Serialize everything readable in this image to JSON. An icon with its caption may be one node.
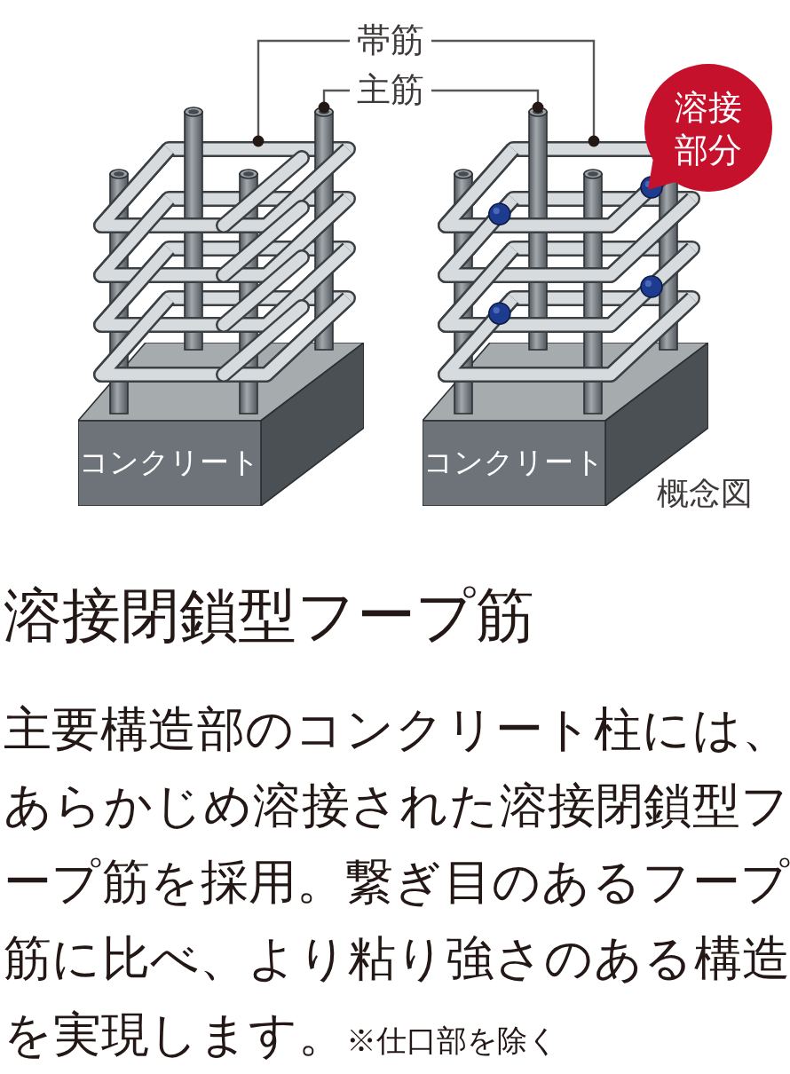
{
  "diagram": {
    "title": "溶接閉鎖型フープ筋",
    "nodes": [
      {
        "text": [
          "帯筋"
        ]
      },
      {
        "text": [
          "主筋"
        ]
      },
      {
        "text": [],
        "shape": "bar"
      },
      {
        "text": [],
        "shape": "bar"
      },
      {
        "text": [],
        "shape": "bar"
      },
      {
        "text": [],
        "shape": "bar"
      },
      {
        "text": [
          "コンクリート"
        ]
      },
      {
        "text": [
          "コンクリート"
        ]
      },
      {
        "text": [
          "溶接部分"
        ]
      }
    ],
    "edges": [
      {
        "from": 0,
        "to": 2,
        "arrow": "other"
      },
      {
        "from": 0,
        "to": 5,
        "arrow": "other"
      },
      {
        "from": 1,
        "to": 3,
        "arrow": "other"
      },
      {
        "from": 1,
        "to": 4,
        "arrow": "other"
      }
    ],
    "labels": [
      "概念図",
      "主要構造部のコンクリート柱には、あらかじめ溶接された溶接閉鎖型フープ筋を採用。繋ぎ目のあるフープ筋に比べ、より粘り強さのある構造を実現します。",
      "※仕口部を除く"
    ]
  }
}
